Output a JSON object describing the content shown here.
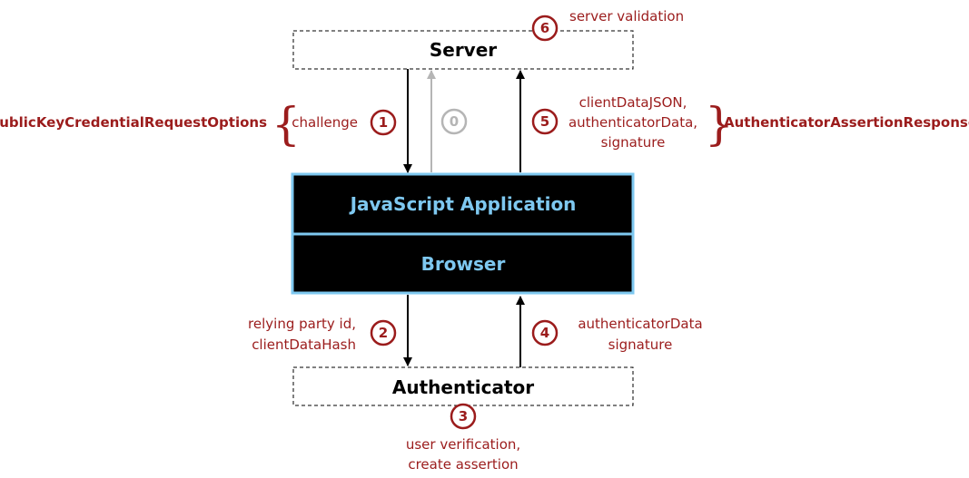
{
  "boxes": {
    "server": "Server",
    "app": "JavaScript Application",
    "browser": "Browser",
    "authenticator": "Authenticator"
  },
  "steps": {
    "s0": "0",
    "s1": "1",
    "s2": "2",
    "s3": "3",
    "s4": "4",
    "s5": "5",
    "s6": "6"
  },
  "labels": {
    "server_validation": "server validation",
    "challenge": "challenge",
    "request_options": "PublicKeyCredentialRequestOptions",
    "step5_lines": [
      "clientDataJSON,",
      "authenticatorData,",
      "signature"
    ],
    "assertion_response": "AuthenticatorAssertionResponse",
    "step2_lines": [
      "relying party id,",
      "clientDataHash"
    ],
    "step4_lines": [
      "authenticatorData",
      "signature"
    ],
    "step3_lines": [
      "user verification,",
      "create assertion"
    ]
  },
  "colors": {
    "accent_red": "#9b1c1c",
    "app_border": "#7ec8f0",
    "app_fill": "#000000",
    "grey_arrow": "#b5b5b5"
  }
}
